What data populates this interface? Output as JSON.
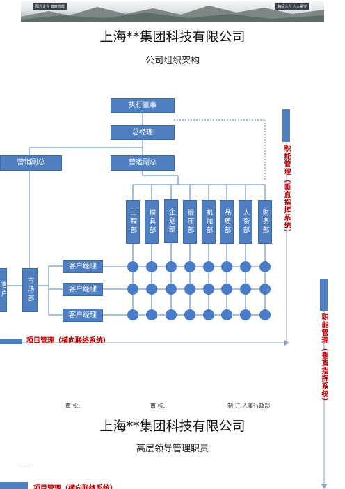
{
  "banner": {
    "left_chip": "阳光企业  健康管理",
    "right_chip": "精品人人  人人是宝"
  },
  "doc": {
    "title": "上海**集团科技有限公司",
    "subtitle": "公司组织架构",
    "title2": "上海**集团科技有限公司",
    "subtitle2": "高层领导管理职责"
  },
  "org": {
    "ceo": "执行董事",
    "gm": "总经理",
    "sales_vp": "营销副总",
    "ops_vp": "营运副总",
    "departments": [
      "工程部",
      "模具部",
      "企划部",
      "锻压部",
      "机加部",
      "品质部",
      "人资部",
      "财务部"
    ],
    "market": "市场部",
    "account_manager": "客户经理",
    "cut_left": "客户"
  },
  "labels": {
    "functional": "职能管理（垂直指挥系统）",
    "project": "项目管理（横向联络系统）"
  },
  "signoff": {
    "approve": "审  批:",
    "review": "审  核:",
    "prepared": "制  订:人事行政部"
  }
}
